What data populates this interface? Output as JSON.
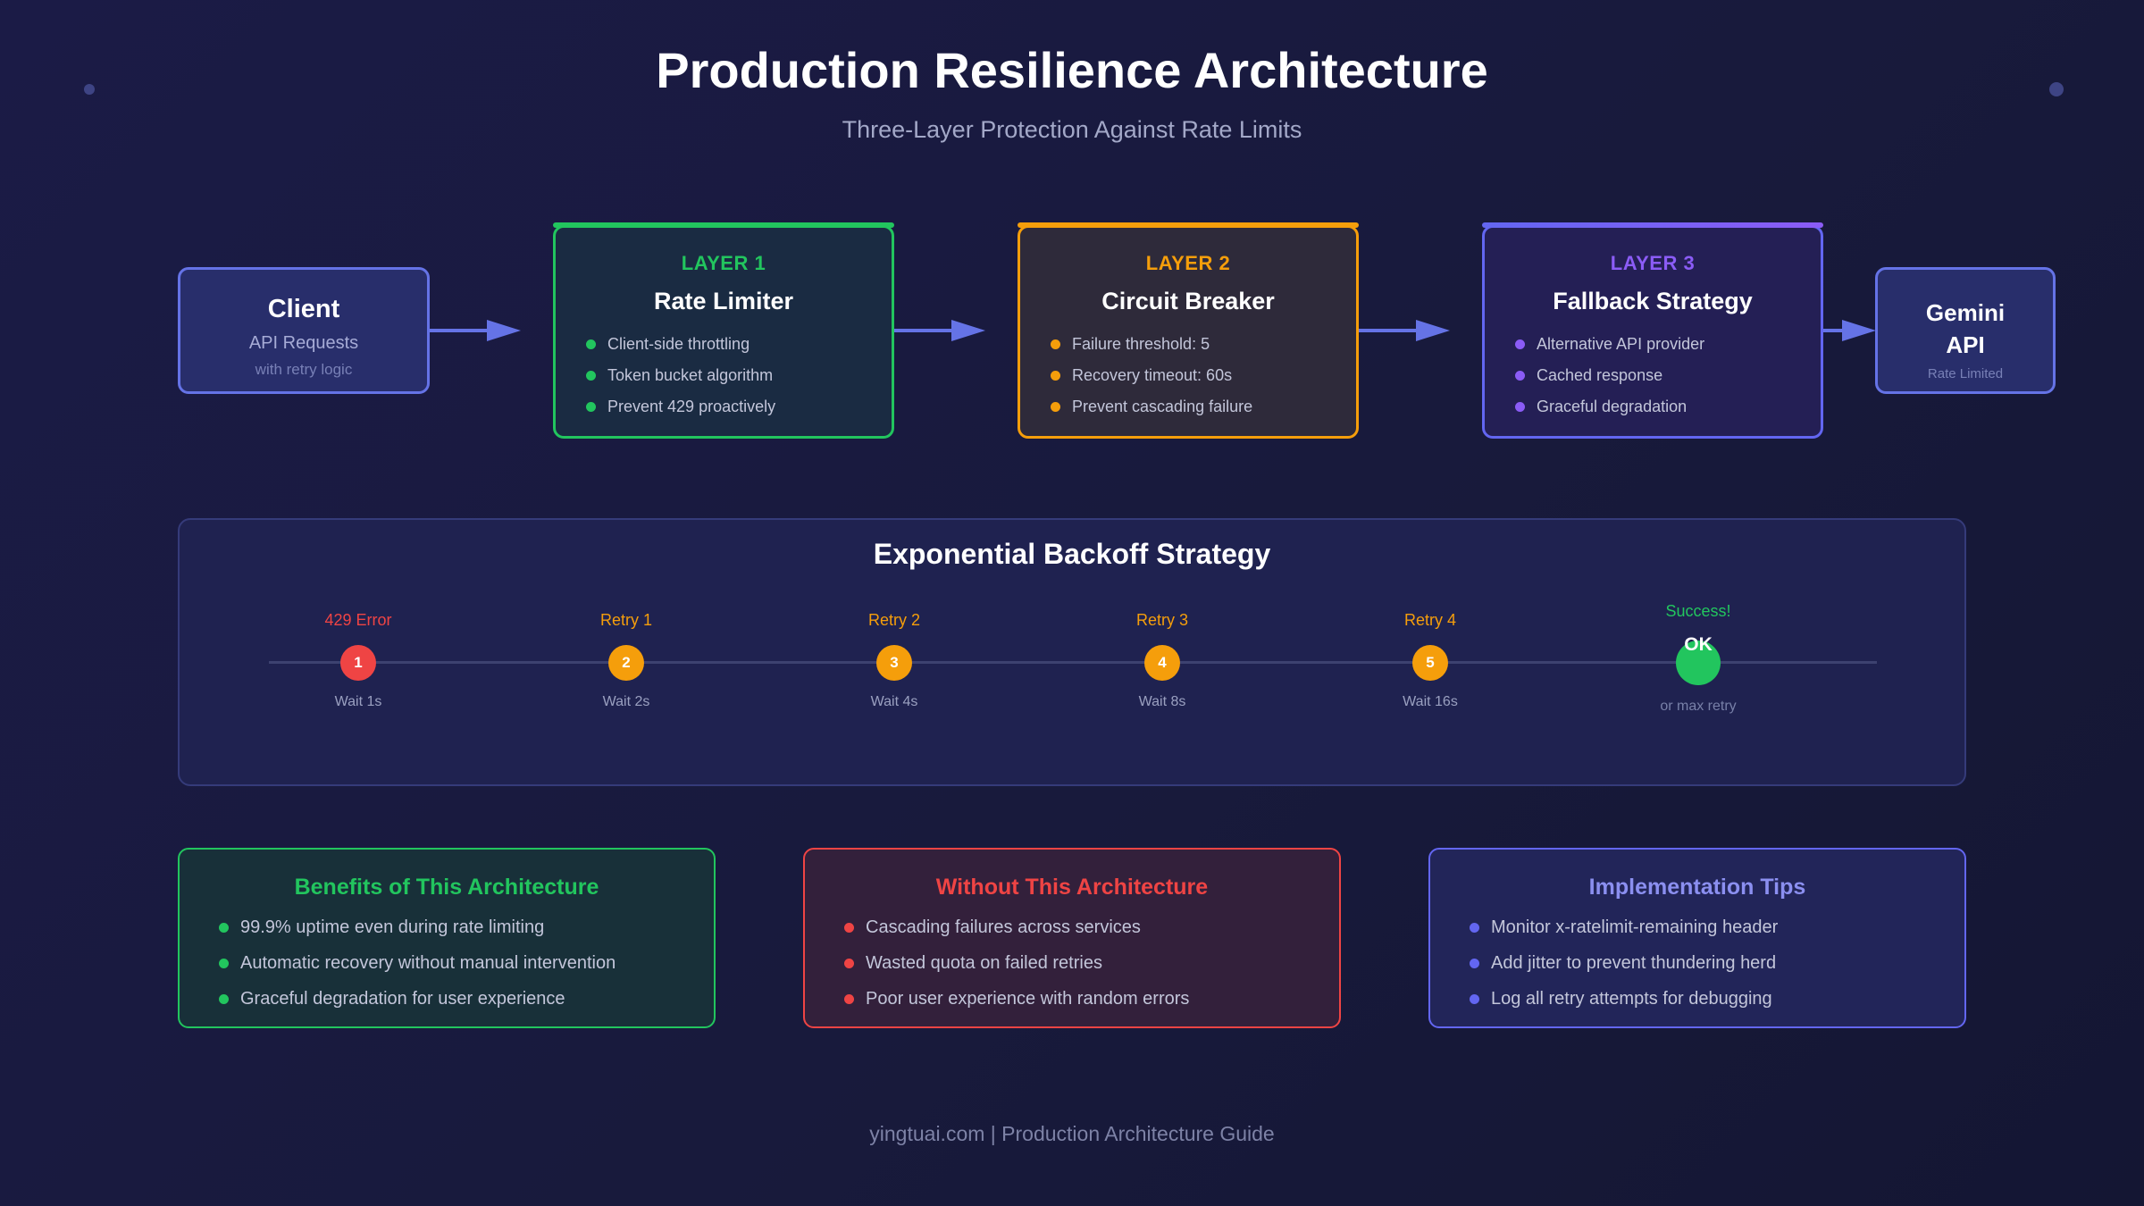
{
  "header": {
    "title": "Production Resilience Architecture",
    "subtitle": "Three-Layer Protection Against Rate Limits"
  },
  "client": {
    "title": "Client",
    "subtitle": "API Requests",
    "note": "with retry logic"
  },
  "gemini": {
    "title_line1": "Gemini",
    "title_line2": "API",
    "note": "Rate Limited"
  },
  "layers": [
    {
      "label": "LAYER 1",
      "name": "Rate Limiter",
      "color": "#22c55e",
      "items": [
        "Client-side throttling",
        "Token bucket algorithm",
        "Prevent 429 proactively"
      ]
    },
    {
      "label": "LAYER 2",
      "name": "Circuit Breaker",
      "color": "#f59e0b",
      "items": [
        "Failure threshold: 5",
        "Recovery timeout: 60s",
        "Prevent cascading failure"
      ]
    },
    {
      "label": "LAYER 3",
      "name": "Fallback Strategy",
      "color": "#8b5cf6",
      "items": [
        "Alternative API provider",
        "Cached response",
        "Graceful degradation"
      ]
    }
  ],
  "backoff": {
    "title": "Exponential Backoff Strategy",
    "steps": [
      {
        "label": "429 Error",
        "number": "1",
        "wait": "Wait 1s",
        "color": "#ef4444"
      },
      {
        "label": "Retry 1",
        "number": "2",
        "wait": "Wait 2s",
        "color": "#f59e0b"
      },
      {
        "label": "Retry 2",
        "number": "3",
        "wait": "Wait 4s",
        "color": "#f59e0b"
      },
      {
        "label": "Retry 3",
        "number": "4",
        "wait": "Wait 8s",
        "color": "#f59e0b"
      },
      {
        "label": "Retry 4",
        "number": "5",
        "wait": "Wait 16s",
        "color": "#f59e0b"
      },
      {
        "label": "Success!",
        "number": "OK",
        "wait": "or max retry",
        "color": "#22c55e"
      }
    ]
  },
  "panels": {
    "benefits": {
      "title": "Benefits of This Architecture",
      "items": [
        "99.9% uptime even during rate limiting",
        "Automatic recovery without manual intervention",
        "Graceful degradation for user experience"
      ]
    },
    "without": {
      "title": "Without This Architecture",
      "items": [
        "Cascading failures across services",
        "Wasted quota on failed retries",
        "Poor user experience with random errors"
      ]
    },
    "tips": {
      "title": "Implementation Tips",
      "items": [
        "Monitor x-ratelimit-remaining header",
        "Add jitter to prevent thundering herd",
        "Log all retry attempts for debugging"
      ]
    }
  },
  "footer": "yingtuai.com | Production Architecture Guide",
  "colors": {
    "arrow": "#6573e6",
    "timeline": "#3d4270"
  }
}
